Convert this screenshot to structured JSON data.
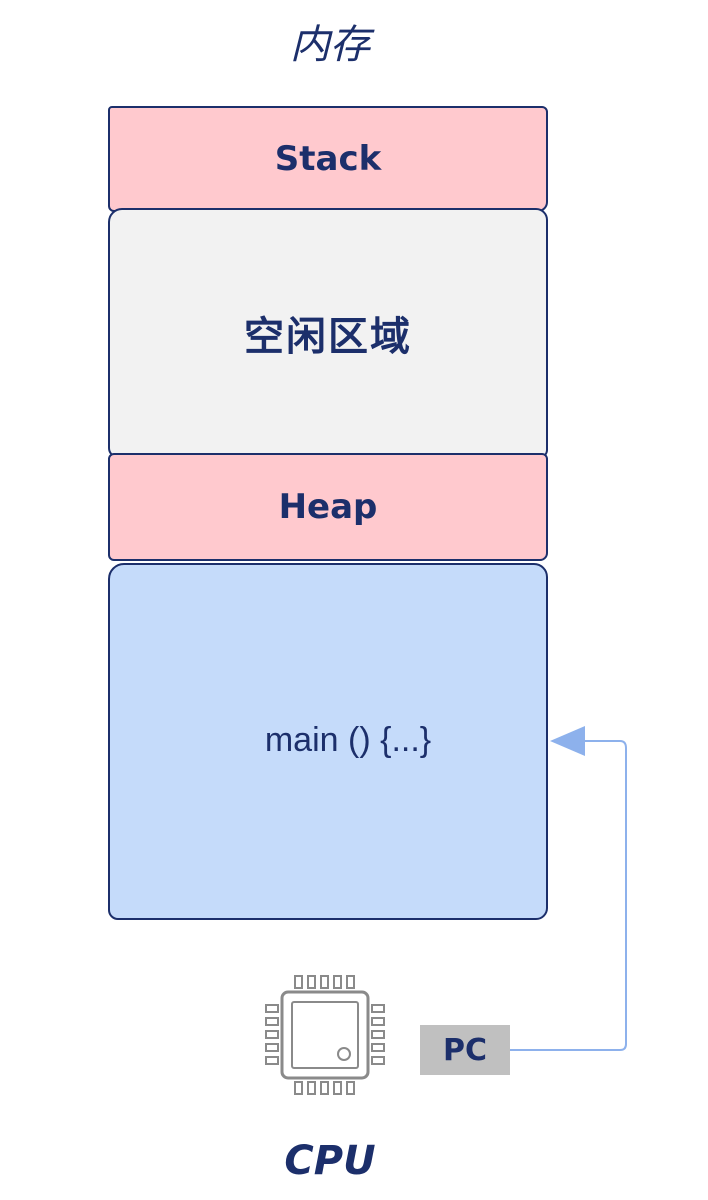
{
  "diagram": {
    "title": "内存",
    "segments": {
      "stack": "Stack",
      "free": "空闲区域",
      "heap": "Heap",
      "code": "main () {...}"
    },
    "cpu_label": "CPU",
    "pc_label": "PC",
    "icons": {
      "cpu": "cpu-chip-icon",
      "pointer": "arrow-icon"
    },
    "colors": {
      "stack_heap": "#ffc9ce",
      "free": "#f2f2f2",
      "code": "#c5dbfa",
      "border": "#1c2f6b",
      "arrow": "#8db1ec",
      "pc_box": "#c0c0c0"
    }
  }
}
